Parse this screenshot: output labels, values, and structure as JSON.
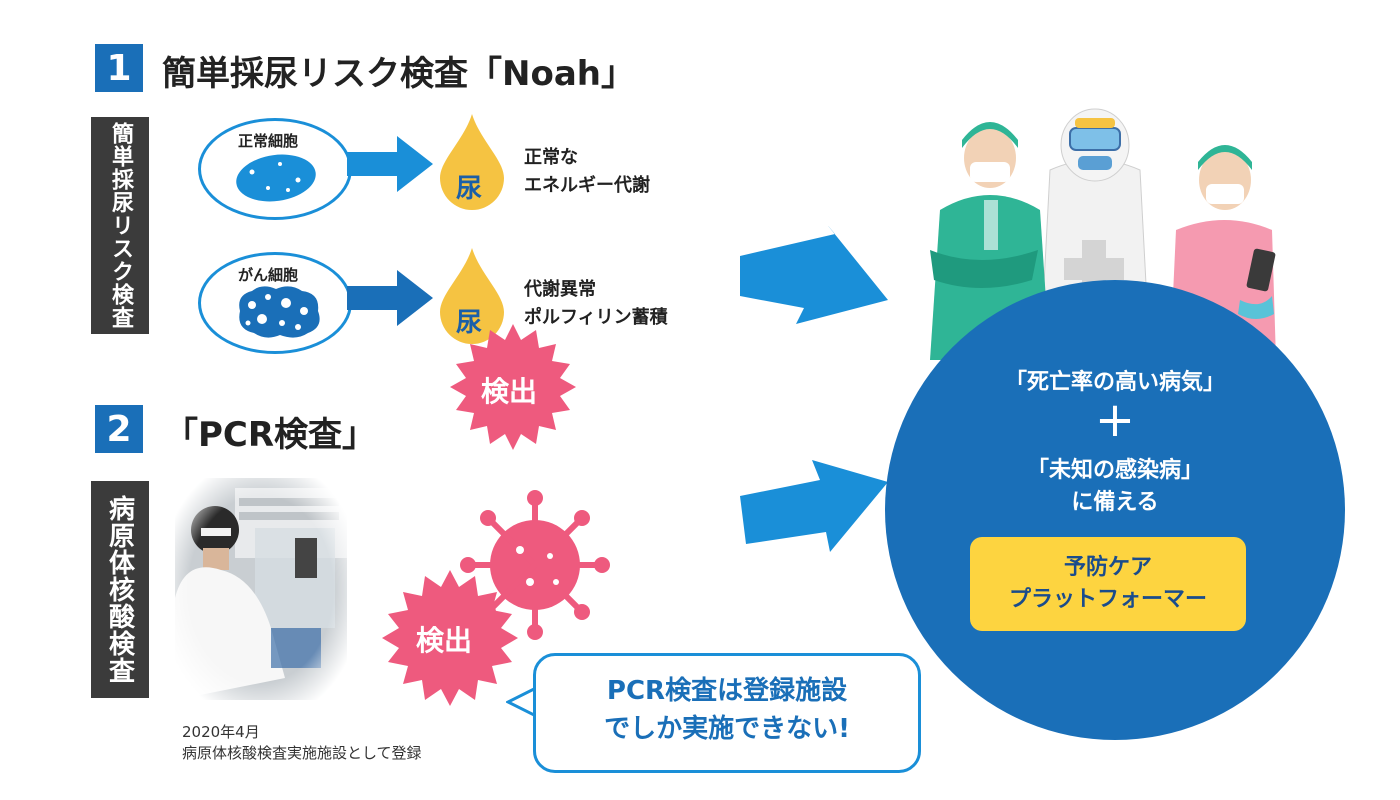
{
  "section1": {
    "number": "1",
    "title": "簡単採尿リスク検査「Noah」",
    "side_label": "簡単採尿リスク検査",
    "normal": {
      "cell_label": "正常細胞",
      "drop_label": "尿",
      "desc_line1": "正常な",
      "desc_line2": "エネルギー代謝"
    },
    "cancer": {
      "cell_label": "がん細胞",
      "drop_label": "尿",
      "desc_line1": "代謝異常",
      "desc_line2": "ポルフィリン蓄積"
    },
    "badge": "検出"
  },
  "section2": {
    "number": "2",
    "title": "「PCR検査」",
    "side_label": "病原体核酸検査",
    "badge": "検出",
    "caption_line1": "2020年4月",
    "caption_line2": "病原体核酸検査実施施設として登録",
    "bubble_line1": "PCR検査は登録施設",
    "bubble_line2": "でしか実施できない!"
  },
  "circle": {
    "line1": "「死亡率の高い病気」",
    "plus": "+",
    "line2": "「未知の感染病」",
    "line3": "に備える",
    "button_line1": "予防ケア",
    "button_line2": "プラットフォーマー"
  },
  "colors": {
    "brand_blue": "#1a6fb8",
    "arrow_blue": "#1a8fd8",
    "badge_pink": "#ee5a7e",
    "drop_yellow": "#f5c342",
    "button_yellow": "#fdd440",
    "label_dark": "#3b3b3b"
  },
  "icons": [
    "right-arrow-icon",
    "urine-drop-icon",
    "virus-icon",
    "burst-badge-icon",
    "medical-staff-illustration",
    "lab-photo"
  ]
}
